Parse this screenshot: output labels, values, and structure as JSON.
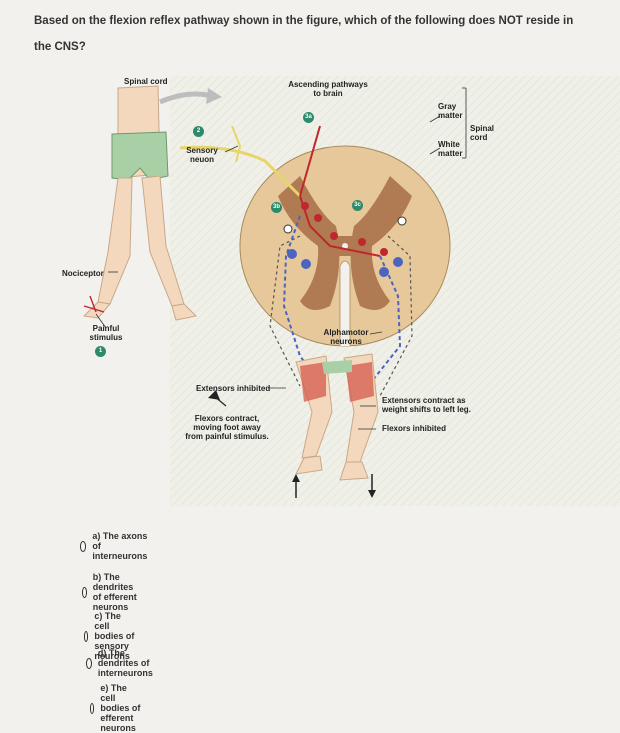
{
  "question": {
    "line1": "Based on the flexion reflex pathway shown in the figure, which of the following does NOT reside in",
    "line2": "the CNS?"
  },
  "figure": {
    "labels": {
      "spinal_cord_top": "Spinal cord",
      "ascending": "Ascending pathways",
      "to_brain": "to brain",
      "gray": "Gray",
      "matter_gray": "matter",
      "spinal": "Spinal",
      "cord": "cord",
      "white": "White",
      "matter_white": "matter",
      "sensory": "Sensory",
      "neuron": "neuon",
      "nociceptor": "Nociceptor",
      "painful": "Painful",
      "stimulus": "stimulus",
      "alphamotor": "Alphamotor",
      "neurons": "neurons",
      "extensors_inhibited": "Extensors inhibited",
      "flexors_contract_1": "Flexors contract,",
      "flexors_contract_2": "moving foot away",
      "flexors_contract_3": "from painful stimulus.",
      "extensors_contract_1": "Extensors contract as",
      "extensors_contract_2": "weight shifts to left leg.",
      "flexors_inhibited": "Flexors inhibited"
    },
    "badges": {
      "b1": "1",
      "b2": "2",
      "b3a": "3a",
      "b3b": "3b",
      "b3c": "3c"
    },
    "colors": {
      "badge": "#2e8a6a",
      "gray_matter": "#b07a52",
      "white_matter": "#e6c89a",
      "neuron_red": "#c0262d",
      "neuron_blue": "#4a64c0",
      "sensory_yellow": "#e8d56a"
    }
  },
  "options": [
    {
      "label": "a) The axons of interneurons"
    },
    {
      "label": "b) The dendrites of efferent neurons"
    },
    {
      "label": "c) The cell bodies of sensory neurons"
    },
    {
      "label": "d) The dendrites of interneurons"
    },
    {
      "label": "e) The cell bodies of efferent neurons"
    }
  ]
}
